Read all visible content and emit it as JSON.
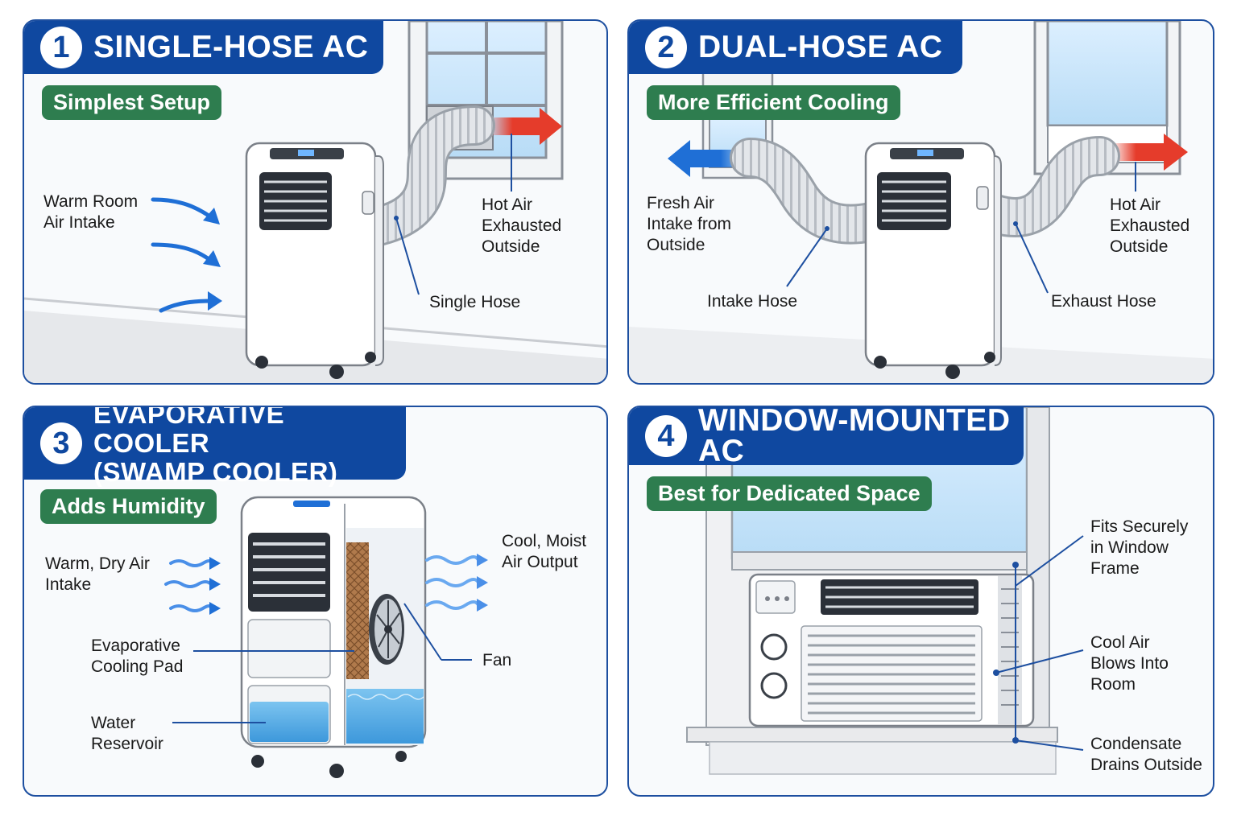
{
  "colors": {
    "frame_blue": "#1d4fa0",
    "title_blue": "#0f48a0",
    "badge_green": "#2e7d4f",
    "hot_red": "#e53c2b",
    "cool_blue": "#1f6fd6",
    "water_blue": "#5bb0ea"
  },
  "panels": [
    {
      "number": "1",
      "title": "SINGLE-HOSE AC",
      "badge": "Simplest Setup",
      "labels": {
        "warm_intake": "Warm Room\nAir Intake",
        "hot_air": "Hot Air\nExhausted\nOutside",
        "single_hose": "Single Hose"
      }
    },
    {
      "number": "2",
      "title": "DUAL-HOSE AC",
      "badge": "More Efficient Cooling",
      "labels": {
        "fresh_air": "Fresh Air\nIntake from\nOutside",
        "hot_air": "Hot Air\nExhausted\nOutside",
        "intake_hose": "Intake Hose",
        "exhaust_hose": "Exhaust Hose"
      }
    },
    {
      "number": "3",
      "title": "EVAPORATIVE COOLER\n(SWAMP COOLER)",
      "badge": "Adds Humidity",
      "labels": {
        "warm_dry": "Warm, Dry Air\nIntake",
        "cool_moist": "Cool, Moist\nAir Output",
        "pad": "Evaporative\nCooling Pad",
        "fan": "Fan",
        "reservoir": "Water\nReservoir"
      }
    },
    {
      "number": "4",
      "title": "WINDOW-MOUNTED AC",
      "badge": "Best for Dedicated Space",
      "labels": {
        "fits": "Fits Securely\nin Window\nFrame",
        "cool_air": "Cool Air\nBlows Into\nRoom",
        "condensate": "Condensate\nDrains Outside"
      }
    }
  ]
}
